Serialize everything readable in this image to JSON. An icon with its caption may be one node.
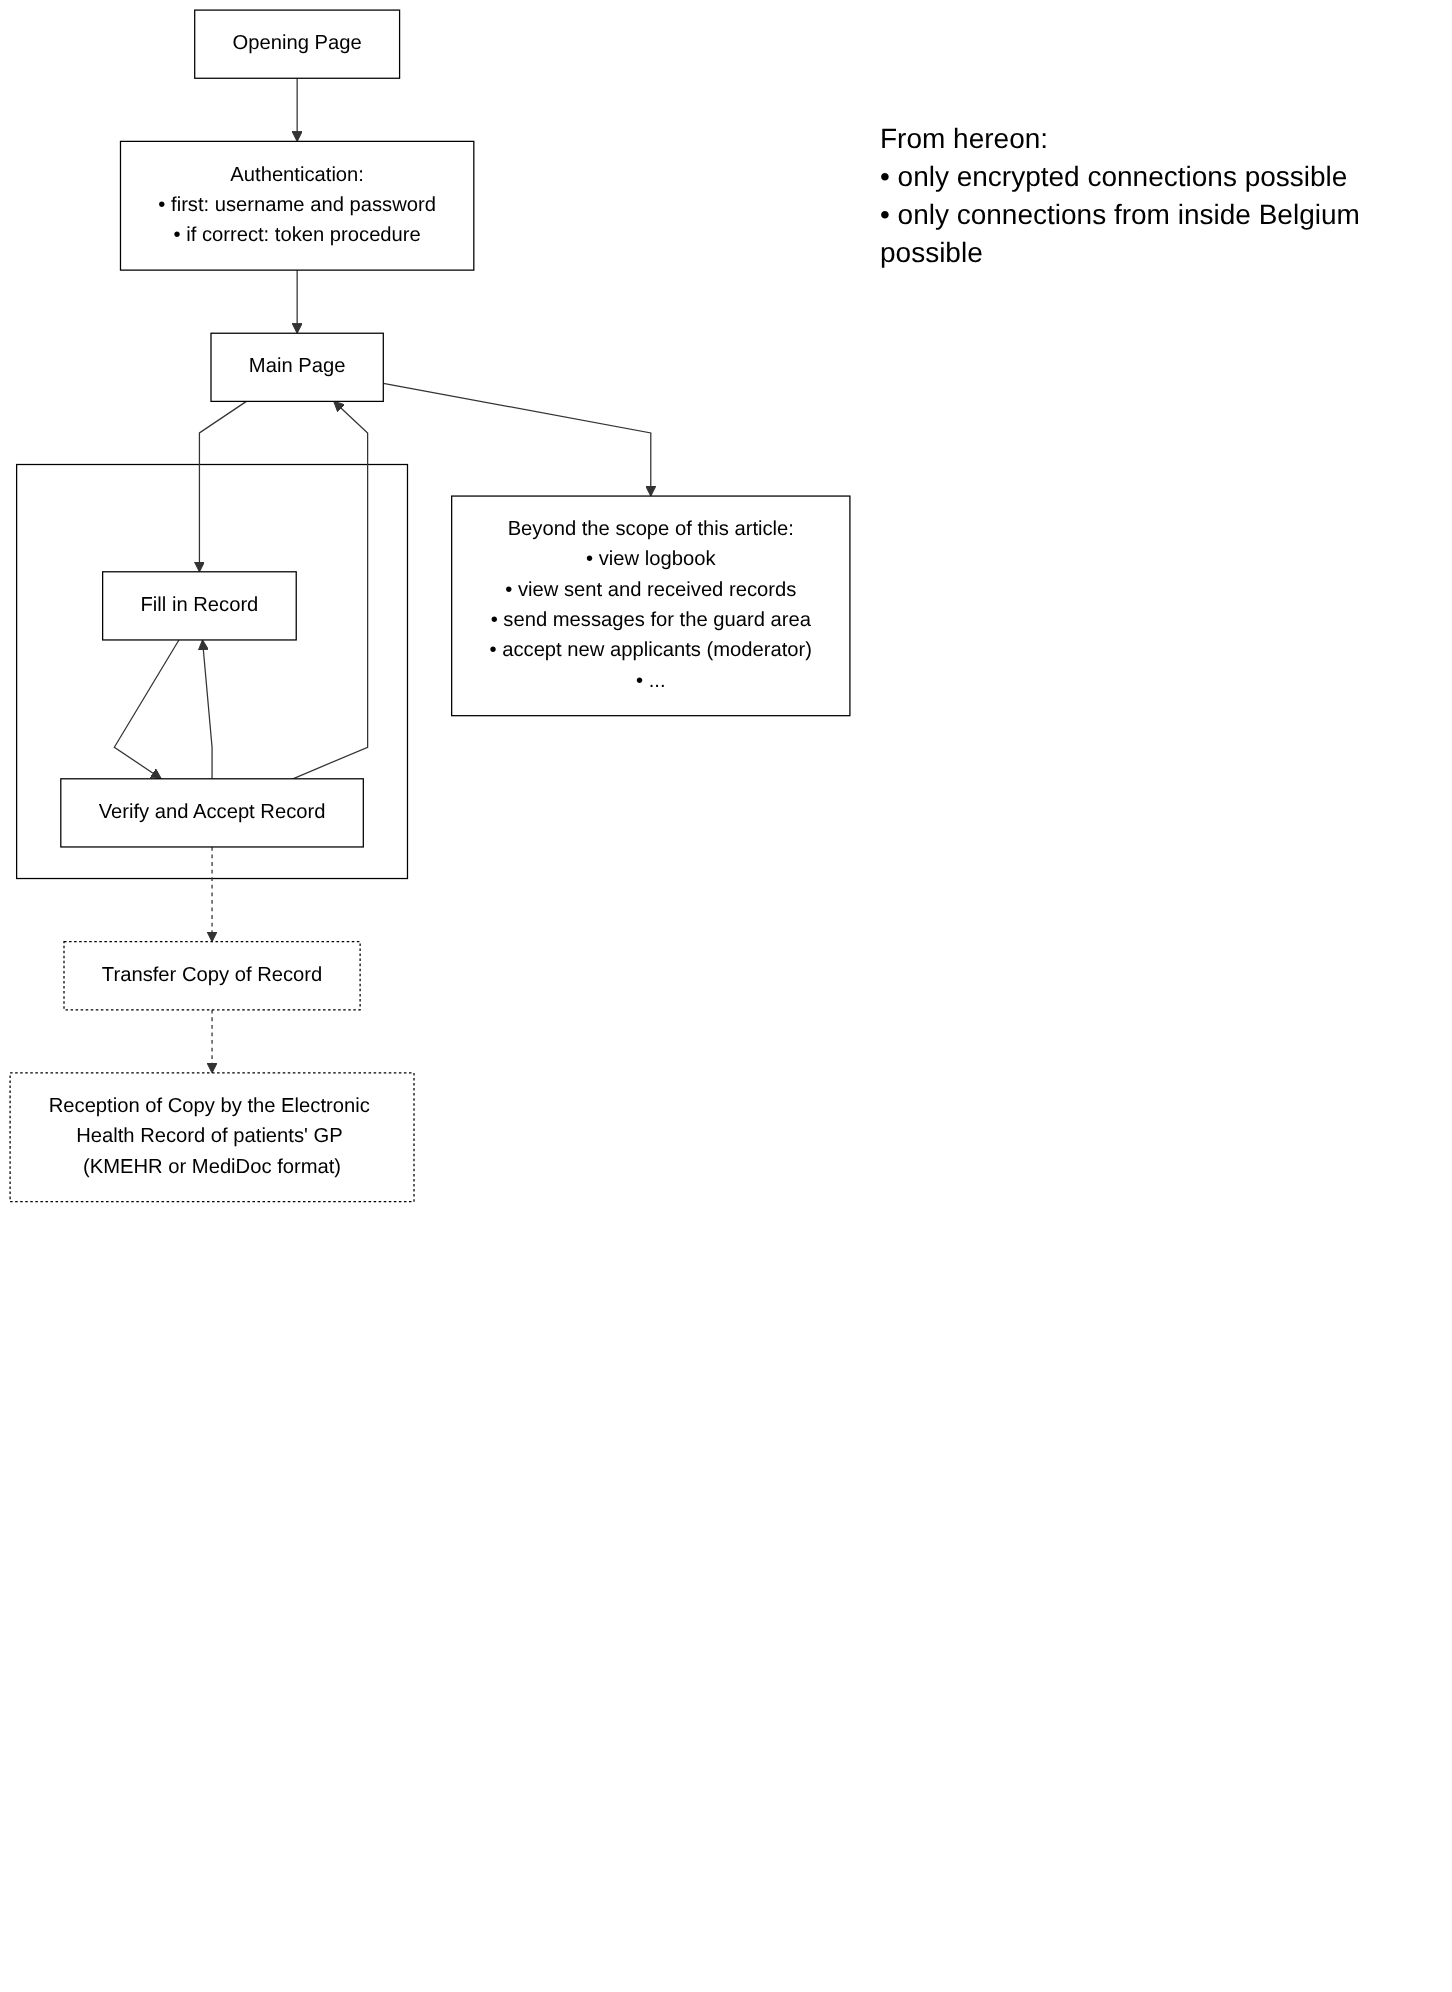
{
  "diagram": {
    "nodes": [
      {
        "text": [
          "Opening Page"
        ]
      },
      {
        "text": [
          "Authentication:",
          "• first: username and password",
          "• if correct: token procedure"
        ]
      },
      {
        "text": [
          "Main Page"
        ]
      },
      {
        "text": [
          "Beyond the scope of this article:",
          "• view logbook",
          "• view sent and received records",
          "• send messages for the guard area",
          "• accept new applicants (moderator)",
          "• ..."
        ]
      },
      {
        "text": [],
        "shape": "box"
      },
      {
        "text": [
          "Fill in Record"
        ],
        "in": 4
      },
      {
        "text": [
          "Verify and Accept Record"
        ],
        "in": 4
      },
      {
        "text": [
          "Transfer Copy of Record"
        ]
      },
      {
        "text": [
          "Reception of Copy by the Electronic Health Record of patients' GP (KMEHR or MediDoc format)"
        ]
      }
    ],
    "edges": [
      {
        "from": 0,
        "to": 1,
        "arrow": "to"
      },
      {
        "from": 1,
        "to": 2,
        "arrow": "to"
      },
      {
        "from": 2,
        "to": 3,
        "arrow": "to"
      },
      {
        "from": 2,
        "to": 5,
        "arrow": "to"
      },
      {
        "from": 5,
        "to": 6,
        "arrow": "to"
      },
      {
        "from": 6,
        "to": 5,
        "arrow": "to"
      },
      {
        "from": 6,
        "to": 2,
        "arrow": "to"
      },
      {
        "from": 6,
        "to": 7,
        "arrow": "to",
        "style": "dashed"
      },
      {
        "from": 7,
        "to": 8,
        "arrow": "to",
        "style": "dashed"
      }
    ],
    "labels": [
      "From hereon:",
      "• only encrypted connections possible",
      "• only connections from inside Belgium possible"
    ]
  }
}
